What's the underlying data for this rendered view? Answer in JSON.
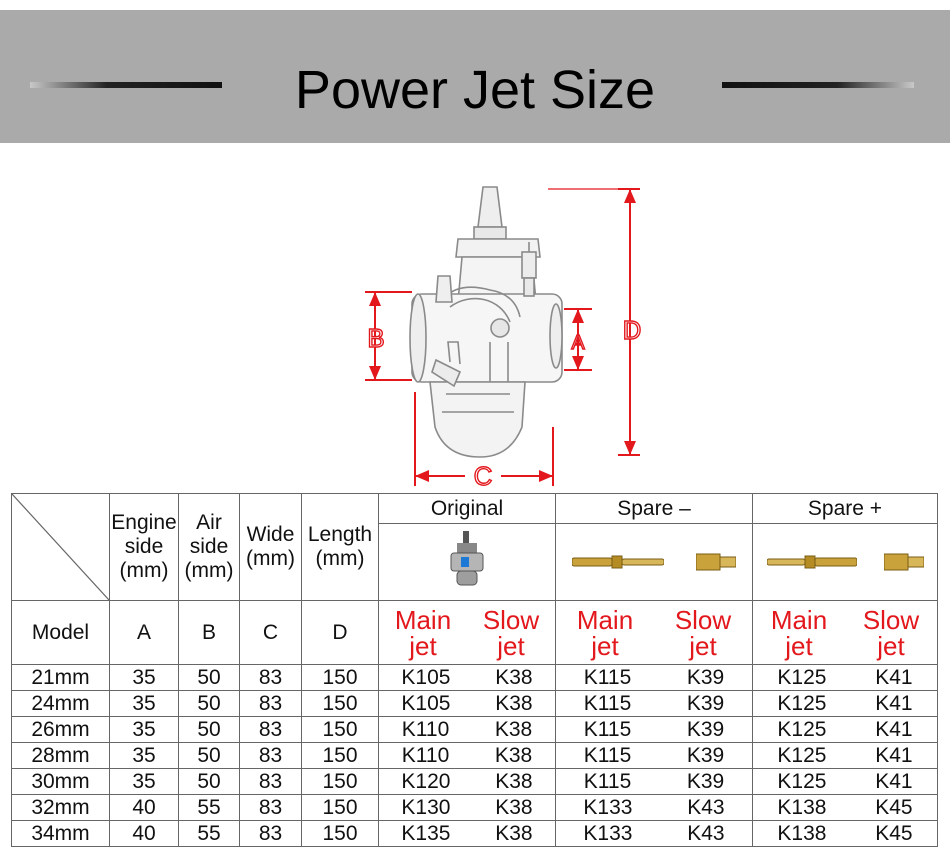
{
  "banner": {
    "title": "Power Jet Size"
  },
  "diagram": {
    "label_a": "A",
    "label_b": "B",
    "label_c": "C",
    "label_d": "D"
  },
  "table": {
    "col_engine": [
      "Engine",
      "side",
      "(mm)"
    ],
    "col_air": [
      "Air",
      "side",
      "(mm)"
    ],
    "col_wide": [
      "Wide",
      "(mm)"
    ],
    "col_length": [
      "Length",
      "(mm)"
    ],
    "group_original": "Original",
    "group_spare_minus": "Spare –",
    "group_spare_plus": "Spare +",
    "row3": {
      "model": "Model",
      "a": "A",
      "b": "B",
      "c": "C",
      "d": "D",
      "main_jet": [
        "Main",
        "jet"
      ],
      "slow_jet": [
        "Slow",
        "jet"
      ]
    },
    "rows": [
      [
        "21mm",
        "35",
        "50",
        "83",
        "150",
        "K105",
        "K38",
        "K115",
        "K39",
        "K125",
        "K41"
      ],
      [
        "24mm",
        "35",
        "50",
        "83",
        "150",
        "K105",
        "K38",
        "K115",
        "K39",
        "K125",
        "K41"
      ],
      [
        "26mm",
        "35",
        "50",
        "83",
        "150",
        "K110",
        "K38",
        "K115",
        "K39",
        "K125",
        "K41"
      ],
      [
        "28mm",
        "35",
        "50",
        "83",
        "150",
        "K110",
        "K38",
        "K115",
        "K39",
        "K125",
        "K41"
      ],
      [
        "30mm",
        "35",
        "50",
        "83",
        "150",
        "K120",
        "K38",
        "K115",
        "K39",
        "K125",
        "K41"
      ],
      [
        "32mm",
        "40",
        "55",
        "83",
        "150",
        "K130",
        "K38",
        "K133",
        "K43",
        "K138",
        "K45"
      ],
      [
        "34mm",
        "40",
        "55",
        "83",
        "150",
        "K135",
        "K38",
        "K133",
        "K43",
        "K138",
        "K45"
      ]
    ]
  },
  "colors": {
    "accent_red": "#e3181d",
    "banner_gray": "#aaaaaa",
    "brass": "#c9a23c"
  }
}
